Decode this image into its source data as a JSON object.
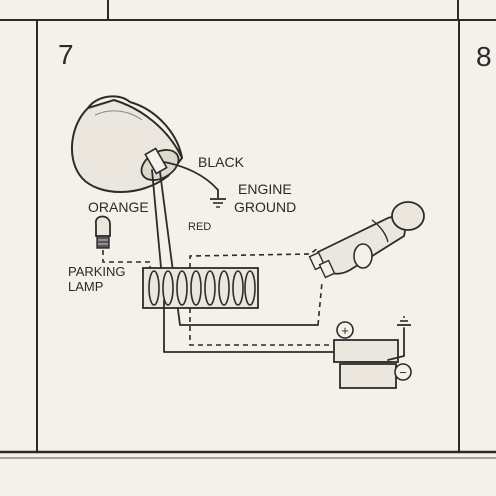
{
  "panels": {
    "left_number": "7",
    "right_number": "8"
  },
  "labels": {
    "black": "BLACK",
    "engine": "ENGINE",
    "ground": "GROUND",
    "orange": "ORANGE",
    "red": "RED",
    "parking": "PARKING",
    "lamp": "LAMP"
  },
  "battery": {
    "positive_symbol": "+",
    "negative_symbol": "−"
  },
  "icons": {
    "gauge": "gauge-icon",
    "bulb": "bulb-icon",
    "ignition": "ignition-switch-icon",
    "ground": "ground-symbol-icon",
    "battery": "battery-icon",
    "terminal": "terminal-strip-icon"
  },
  "colors": {
    "ink": "#2c2c2c",
    "paper": "#f4f1ea"
  }
}
